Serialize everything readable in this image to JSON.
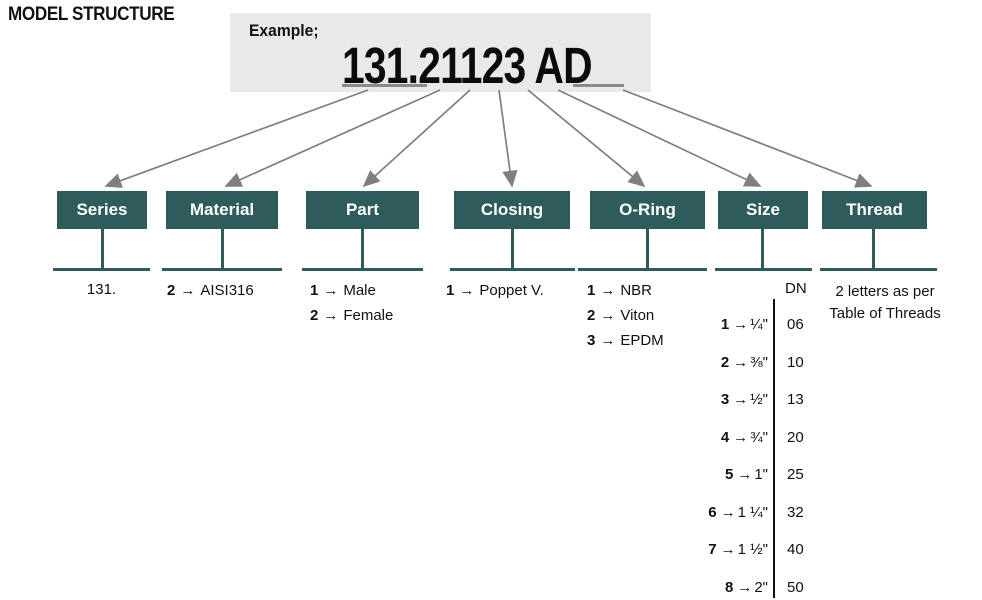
{
  "title": "MODEL STRUCTURE",
  "example": {
    "caption": "Example;",
    "model_number": "131.21123 AD"
  },
  "glyphs": {
    "arrow": "→"
  },
  "colors": {
    "teal_box": "#2d5c5b",
    "example_background": "#e9e9e9",
    "arrow_gray": "#7f7f7f",
    "underline_gray": "#8a8a8a",
    "table_divider_black": "#111111"
  },
  "columns": {
    "series": {
      "label": "Series",
      "note": "131."
    },
    "material": {
      "label": "Material",
      "items": [
        {
          "code": "2",
          "value": "AISI316"
        }
      ]
    },
    "part": {
      "label": "Part",
      "items": [
        {
          "code": "1",
          "value": "Male"
        },
        {
          "code": "2",
          "value": "Female"
        }
      ]
    },
    "closing": {
      "label": "Closing",
      "items": [
        {
          "code": "1",
          "value": "Poppet V."
        }
      ]
    },
    "oring": {
      "label": "O-Ring",
      "items": [
        {
          "code": "1",
          "value": "NBR"
        },
        {
          "code": "2",
          "value": "Viton"
        },
        {
          "code": "3",
          "value": "EPDM"
        }
      ]
    },
    "size": {
      "label": "Size",
      "dn_header": "DN",
      "rows": [
        {
          "code": "1",
          "size": "¼\"",
          "dn": "06"
        },
        {
          "code": "2",
          "size": "⅜\"",
          "dn": "10"
        },
        {
          "code": "3",
          "size": "½\"",
          "dn": "13"
        },
        {
          "code": "4",
          "size": "¾\"",
          "dn": "20"
        },
        {
          "code": "5",
          "size": "1\"",
          "dn": "25"
        },
        {
          "code": "6",
          "size": "1 ¼\"",
          "dn": "32"
        },
        {
          "code": "7",
          "size": "1 ½\"",
          "dn": "40"
        },
        {
          "code": "8",
          "size": "2\"",
          "dn": "50"
        }
      ]
    },
    "thread": {
      "label": "Thread",
      "note_line1": "2 letters as per",
      "note_line2": "Table of Threads"
    }
  }
}
